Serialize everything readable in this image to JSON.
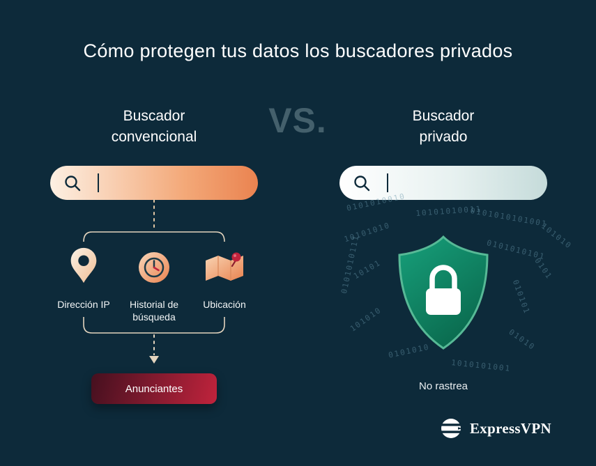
{
  "title": "Cómo protegen tus datos los buscadores privados",
  "comparison": {
    "vs_label": "VS.",
    "left_heading": {
      "line1": "Buscador",
      "line2": "convencional"
    },
    "right_heading": {
      "line1": "Buscador",
      "line2": "privado"
    }
  },
  "search_bars": {
    "conventional": {
      "value": "",
      "placeholder": "",
      "icon": "search-icon"
    },
    "private": {
      "value": "",
      "placeholder": "",
      "icon": "search-icon"
    }
  },
  "left_flow": {
    "items": [
      {
        "icon": "location-pin-icon",
        "label": "Dirección IP"
      },
      {
        "icon": "clock-icon",
        "label": "Historial de búsqueda"
      },
      {
        "icon": "map-pin-icon",
        "label": "Ubicación"
      }
    ],
    "result_label": "Anunciantes"
  },
  "right_flow": {
    "shield_icon": "shield-lock-icon",
    "caption": "No rastrea",
    "binary": [
      "0101010010",
      "10101010011",
      "0101010101001",
      "101010",
      "10101010",
      "0101010101",
      "0101010111",
      "10101",
      "010101",
      "01010",
      "101010",
      "0101010",
      "1010101001",
      "0101"
    ]
  },
  "branding": {
    "name": "ExpressVPN",
    "logo_icon": "expressvpn-lamp-icon"
  },
  "colors": {
    "background": "#0d2a3a",
    "accent_orange": "#ea8350",
    "accent_red": "#c0233c",
    "accent_green": "#0f8a66",
    "connector_cream": "#e3d4be",
    "text": "#ffffff"
  }
}
